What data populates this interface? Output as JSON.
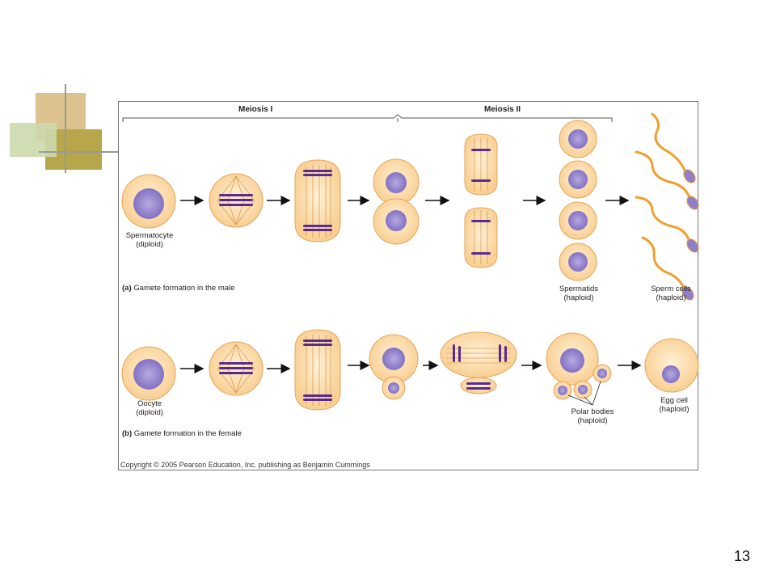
{
  "slide": {
    "page_number": "13"
  },
  "figure": {
    "meiosis1_label": "Meiosis I",
    "meiosis2_label": "Meiosis II",
    "male": {
      "caption_letter": "(a)",
      "caption_text": "Gamete formation in the male",
      "start_cell_line1": "Spermatocyte",
      "start_cell_line2": "(diploid)",
      "spermatids_line1": "Spermatids",
      "spermatids_line2": "(haploid)",
      "sperm_line1": "Sperm cells",
      "sperm_line2": "(haploid)"
    },
    "female": {
      "caption_letter": "(b)",
      "caption_text": "Gamete formation in the female",
      "start_cell_line1": "Oocyte",
      "start_cell_line2": "(diploid)",
      "polar_line1": "Polar bodies",
      "polar_line2": "(haploid)",
      "egg_line1": "Egg cell",
      "egg_line2": "(haploid)"
    },
    "copyright": "Copyright © 2005 Pearson Education, Inc. publishing as Benjamin Cummings"
  },
  "colors": {
    "cell_fill": "#fbd9a6",
    "cell_stroke": "#e8a860",
    "nucleus": "#8f7fc8",
    "chromosome": "#5a2b8c",
    "spindle": "#c98a3a",
    "sperm_tail": "#f0a030",
    "deco_tan": "#d8bf8a",
    "deco_olive": "#b8a848",
    "deco_green": "#c8d8a8"
  }
}
